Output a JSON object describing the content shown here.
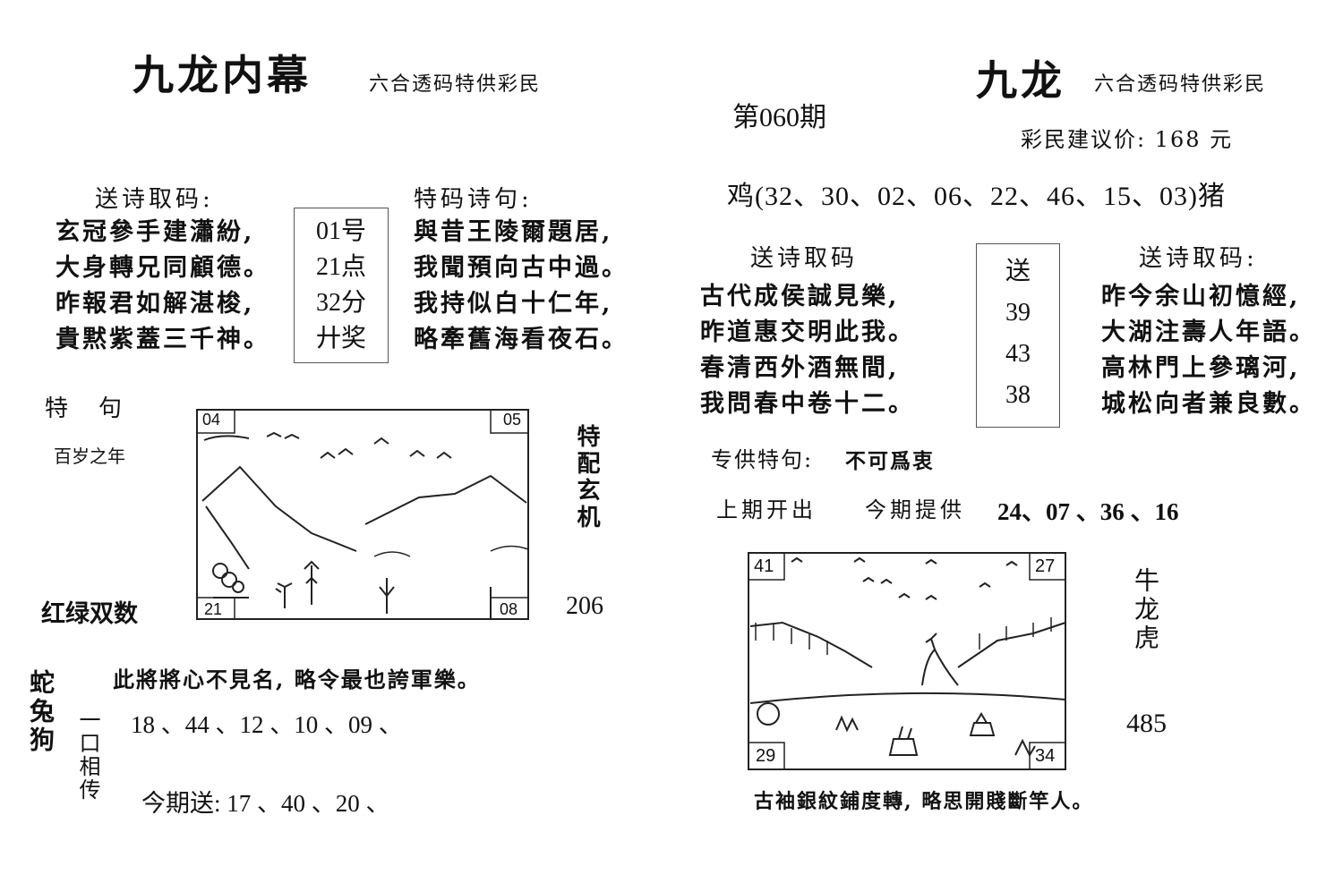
{
  "left": {
    "title": "九龙内幕",
    "subtitle": "六合透码特供彩民",
    "poem_label": "送诗取码:",
    "poem_lines": [
      "玄冠參手建瀟紛,",
      "大身轉兄同顧德。",
      "昨報君如解湛梭,",
      "貴黙紫蓋三千神。"
    ],
    "mid_box": [
      "01号",
      "21点",
      "32分",
      "廾奖"
    ],
    "special_label": "特码诗句:",
    "special_lines": [
      "與昔王陵爾題居,",
      "我聞預向古中過。",
      "我持似白十仁年,",
      "略牽舊海看夜石。"
    ],
    "te_ju": "特　句",
    "bai_sui": "百岁之年",
    "red_green": "红绿双数",
    "pic_corners": {
      "tl": "04",
      "tr": "05",
      "bl": "21",
      "br": "08"
    },
    "right_vertical": "特配玄机",
    "num_206": "206",
    "bottom_line": "此將將心不見名, 略令最也誇軍樂。",
    "animals_vertical": "蛇兔狗",
    "yikou_vertical": "一口相传",
    "numbers_1": "18 、44 、12 、10 、09 、",
    "today_send": "今期送: 17 、40 、20 、"
  },
  "right": {
    "title": "九龙",
    "subtitle": "六合透码特供彩民",
    "issue": "第060期",
    "price": "彩民建议价: 168 元",
    "chicken_line": "鸡(32、30、02、06、22、46、15、03)猪",
    "poem_label_left": "送诗取码",
    "poem_lines_left": [
      "古代成侯誠見樂,",
      "昨道惠交明此我。",
      "春清西外酒無間,",
      "我問春中卷十二。"
    ],
    "mid_box": [
      "送",
      "39",
      "43",
      "38"
    ],
    "poem_label_right": "送诗取码:",
    "poem_lines_right": [
      "昨今余山初憶經,",
      "大湖注壽人年語。",
      "高林門上參璃河,",
      "城松向者兼良數。"
    ],
    "zhuan_label": "专供特句:",
    "zhuan_text": "不可爲衷",
    "last_issue": "上期开出",
    "this_issue_label": "今期提供",
    "this_issue_nums": "24、07 、36 、16",
    "pic_corners": {
      "tl": "41",
      "tr": "27",
      "bl": "29",
      "br": "34"
    },
    "animals_vertical": "牛龙虎",
    "num_485": "485",
    "bottom_line": "古袖銀紋鋪度轉, 略思開賤斷竿人。"
  }
}
